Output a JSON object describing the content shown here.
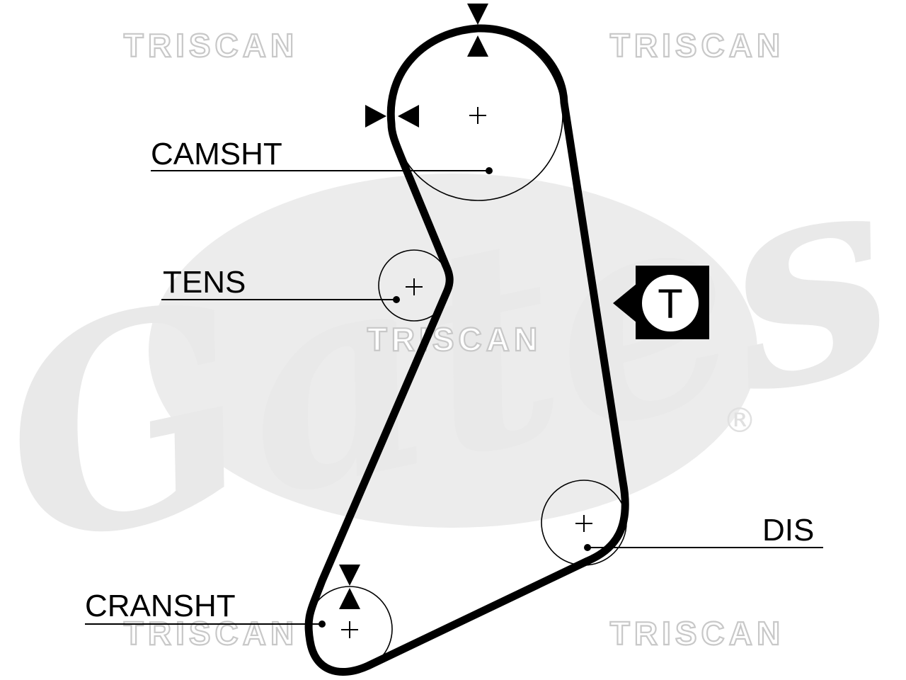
{
  "watermarks": {
    "top_left": "TRISCAN",
    "top_right": "TRISCAN",
    "center": "TRISCAN",
    "bottom_left": "TRISCAN",
    "bottom_right": "TRISCAN"
  },
  "brand_logo": {
    "text": "Gates",
    "registered_mark": "®"
  },
  "labels": {
    "camshaft": "CAMSHT",
    "tensioner": "TENS",
    "distributor": "DIS",
    "crankshaft": "CRANSHT"
  },
  "tensioner_symbol": {
    "letter": "T"
  }
}
